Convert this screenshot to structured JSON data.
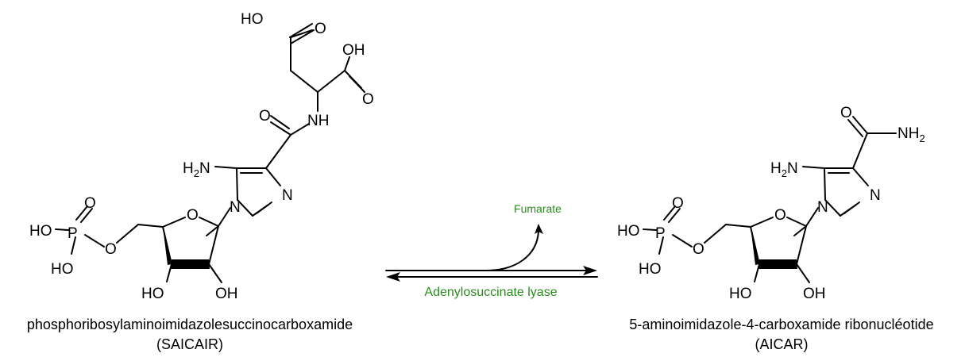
{
  "left_compound": {
    "name": "phosphoribosylaminoimidazolesuccinocarboxamide",
    "abbreviation": "(SAICAIR)",
    "atoms": {
      "acid_top_oh": "HO",
      "acid_top_o": "O",
      "acid_mid_oh": "OH",
      "acid_mid_o": "O",
      "amide_o": "O",
      "amide_nh": "NH",
      "amino": "H2N",
      "ring_n_right": "N",
      "ring_n_bottom": "N",
      "sugar_o": "O",
      "ester_o": "O",
      "phosphorus": "P",
      "p_double_o": "O",
      "p_oh_left": "HO",
      "p_oh_bottom": "HO",
      "sugar_oh_left": "HO",
      "sugar_oh_right": "OH"
    }
  },
  "right_compound": {
    "name": "5-aminoimidazole-4-carboxamide ribonucléotide",
    "abbreviation": "(AICAR)",
    "atoms": {
      "amide_o": "O",
      "amide_nh2": "NH2",
      "amino": "H2N",
      "ring_n_right": "N",
      "ring_n_bottom": "N",
      "sugar_o": "O",
      "ester_o": "O",
      "phosphorus": "P",
      "p_double_o": "O",
      "p_oh_left": "HO",
      "p_oh_bottom": "HO",
      "sugar_oh_left": "HO",
      "sugar_oh_right": "OH"
    }
  },
  "reaction": {
    "byproduct": "Fumarate",
    "enzyme": "Adenylosuccinate lyase",
    "label_color": "#2a8a1f"
  }
}
